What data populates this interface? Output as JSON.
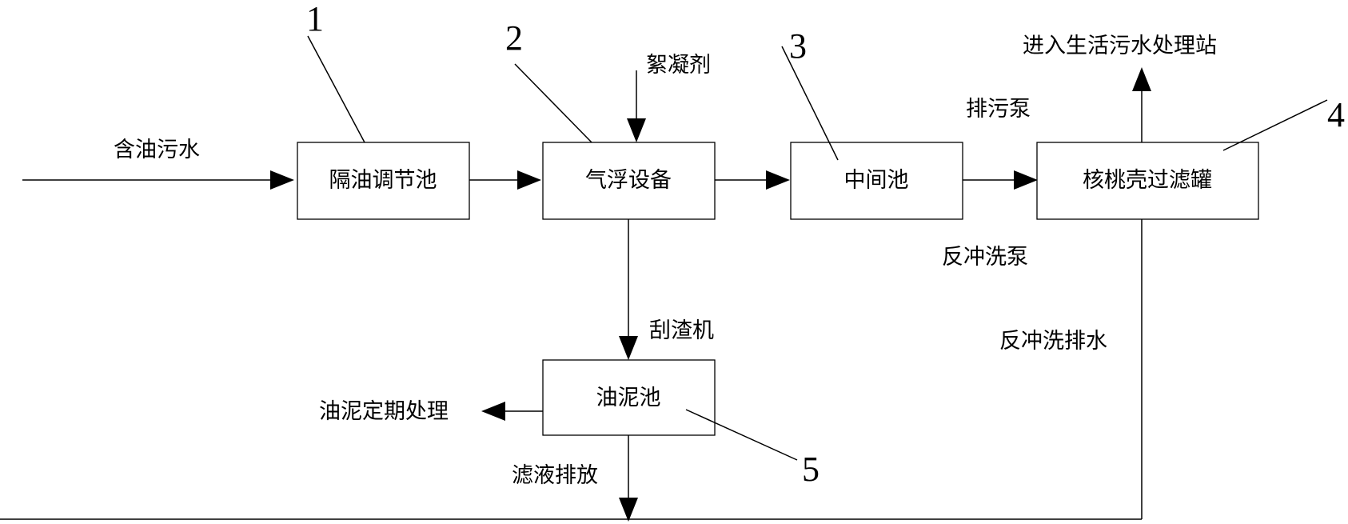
{
  "boxes": {
    "grease_tank": "隔油调节池",
    "flotation": "气浮设备",
    "middle_pool": "中间池",
    "walnut_filter": "核桃壳过滤罐",
    "sludge_pool": "油泥池"
  },
  "labels": {
    "inlet": "含油污水",
    "flocculant": "絮凝剂",
    "outlet": "进入生活污水处理站",
    "drain_pump": "排污泵",
    "backwash_pump": "反冲洗泵",
    "backwash_drain": "反冲洗排水",
    "scraper": "刮渣机",
    "sludge_disposal": "油泥定期处理",
    "filtrate_discharge": "滤液排放"
  },
  "callouts": {
    "n1": "1",
    "n2": "2",
    "n3": "3",
    "n4": "4",
    "n5": "5"
  }
}
